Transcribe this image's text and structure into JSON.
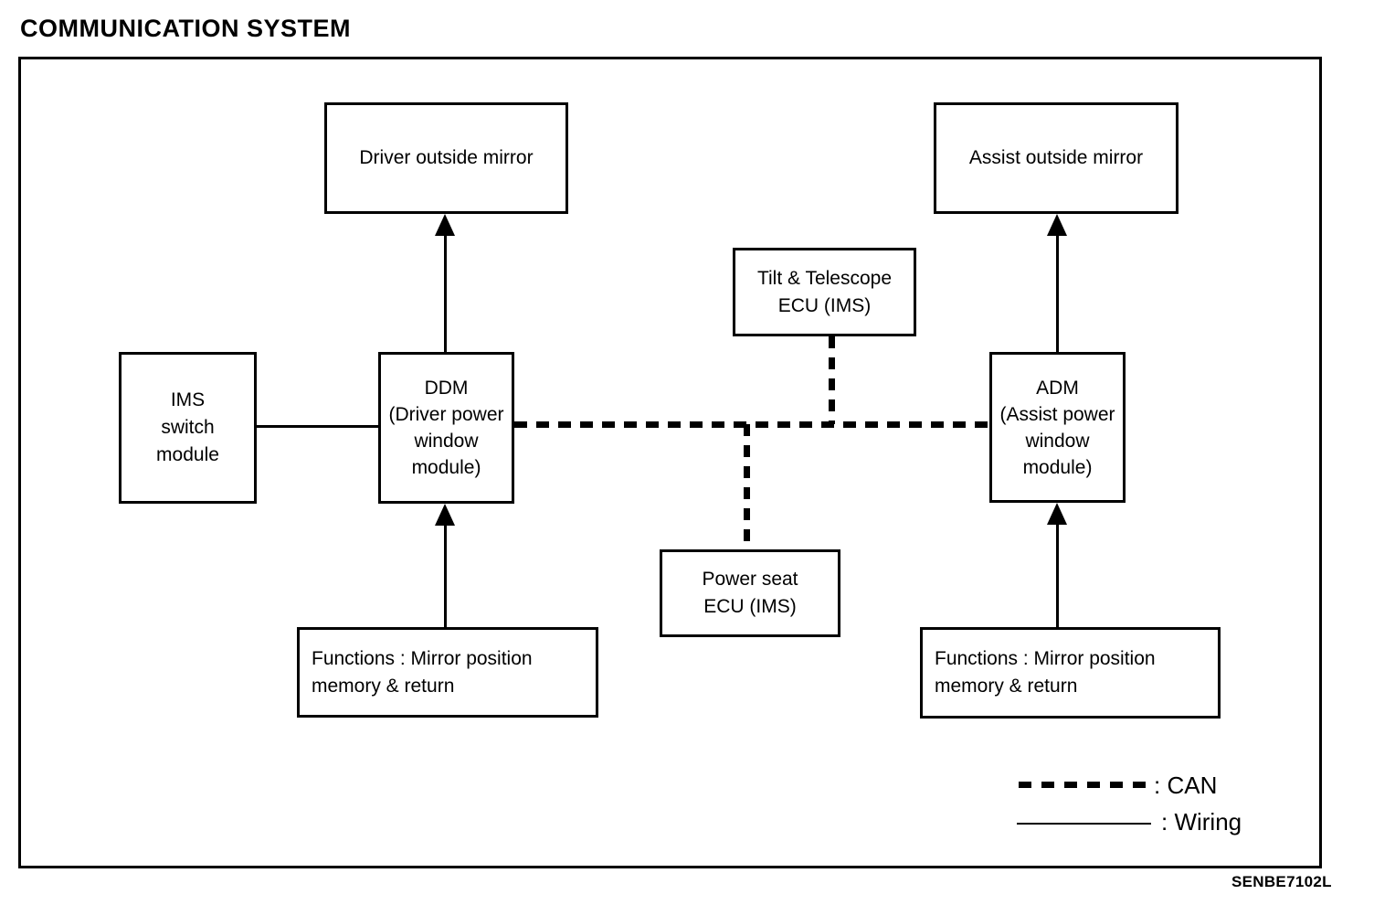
{
  "title": "COMMUNICATION SYSTEM",
  "figure_code": "SENBE7102L",
  "nodes": {
    "driver_mirror": {
      "label": "Driver outside mirror"
    },
    "assist_mirror": {
      "label": "Assist outside mirror"
    },
    "tilt_telescope": {
      "label": "Tilt & Telescope\nECU (IMS)"
    },
    "ims_switch": {
      "label": "IMS\nswitch\nmodule"
    },
    "ddm": {
      "label": "DDM\n(Driver power\nwindow\nmodule)"
    },
    "adm": {
      "label": "ADM\n(Assist power\nwindow\nmodule)"
    },
    "power_seat": {
      "label": "Power seat\nECU (IMS)"
    },
    "functions_driver": {
      "label": "Functions : Mirror position\nmemory & return"
    },
    "functions_assist": {
      "label": "Functions : Mirror position\nmemory & return"
    }
  },
  "legend": {
    "can_label": ": CAN",
    "wiring_label": ": Wiring"
  },
  "colors": {
    "ink": "#000000",
    "background": "#ffffff"
  }
}
